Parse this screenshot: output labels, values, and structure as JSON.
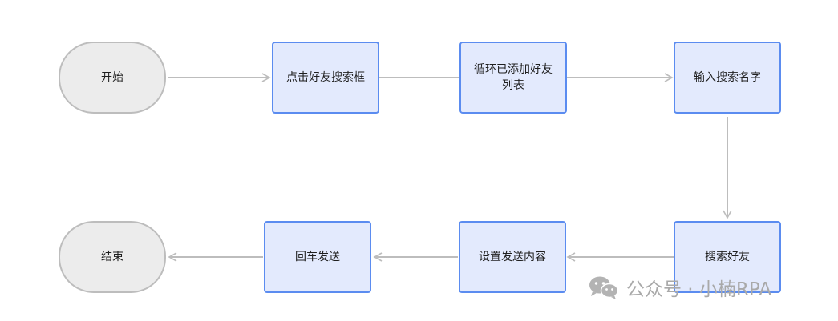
{
  "nodes": {
    "start": "开始",
    "click_search": "点击好友搜索框",
    "loop_friends": "循环已添加好友列表",
    "input_name": "输入搜索名字",
    "search_friend": "搜索好友",
    "set_content": "设置发送内容",
    "enter_send": "回车发送",
    "end": "结束"
  },
  "watermark": {
    "icon": "wechat-icon",
    "text": "公众号 · 小楠RPA"
  },
  "colors": {
    "terminal_fill": "#ececec",
    "terminal_border": "#bdbdbd",
    "process_fill": "#e3eafd",
    "process_border": "#5b8cf0",
    "edge": "#bdbdbd"
  }
}
